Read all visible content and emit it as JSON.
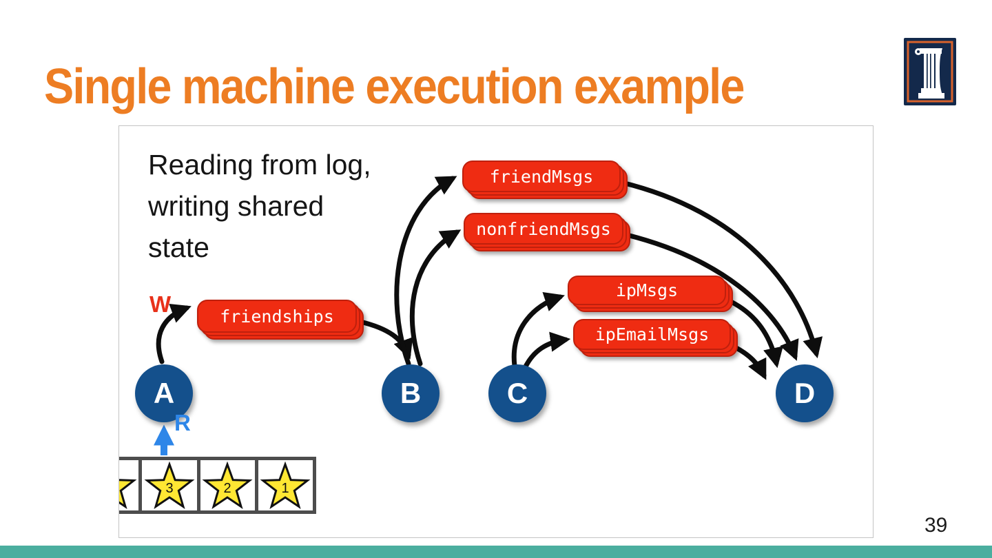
{
  "slide": {
    "title": "Single machine execution example",
    "page_number": "39",
    "logo_letter": "I",
    "colors": {
      "title_orange": "#ED7D23",
      "box_red": "#EF2C12",
      "box_red_border": "#BF200D",
      "node_navy": "#14508C",
      "footer_teal": "#4BAE9F",
      "read_blue": "#2E86E8",
      "write_red": "#E8311A",
      "log_border": "#4d4d4d",
      "star_yellow": "#FFE733"
    }
  },
  "caption": {
    "lines": [
      "Reading from log,",
      "writing shared",
      "state"
    ]
  },
  "diagram": {
    "write_label": "W",
    "read_label": "R",
    "boxes": [
      {
        "id": "friendships",
        "label": "friendships"
      },
      {
        "id": "friendMsgs",
        "label": "friendMsgs"
      },
      {
        "id": "nonfriendMsgs",
        "label": "nonfriendMsgs"
      },
      {
        "id": "ipMsgs",
        "label": "ipMsgs"
      },
      {
        "id": "ipEmailMsgs",
        "label": "ipEmailMsgs"
      }
    ],
    "nodes": [
      {
        "label": "A"
      },
      {
        "label": "B"
      },
      {
        "label": "C"
      },
      {
        "label": "D"
      }
    ],
    "edges": [
      {
        "from": "A",
        "to": "friendships",
        "label": "W"
      },
      {
        "from": "friendships",
        "to": "B",
        "label": ""
      },
      {
        "from": "B",
        "to": "friendMsgs",
        "label": ""
      },
      {
        "from": "B",
        "to": "nonfriendMsgs",
        "label": ""
      },
      {
        "from": "friendMsgs",
        "to": "D",
        "label": ""
      },
      {
        "from": "nonfriendMsgs",
        "to": "D",
        "label": ""
      },
      {
        "from": "C",
        "to": "ipMsgs",
        "label": ""
      },
      {
        "from": "C",
        "to": "ipEmailMsgs",
        "label": ""
      },
      {
        "from": "ipMsgs",
        "to": "D",
        "label": ""
      },
      {
        "from": "ipEmailMsgs",
        "to": "D",
        "label": ""
      },
      {
        "from": "log",
        "to": "A",
        "label": "R"
      }
    ]
  },
  "log": {
    "cells": [
      "",
      "3",
      "2",
      "1"
    ]
  }
}
